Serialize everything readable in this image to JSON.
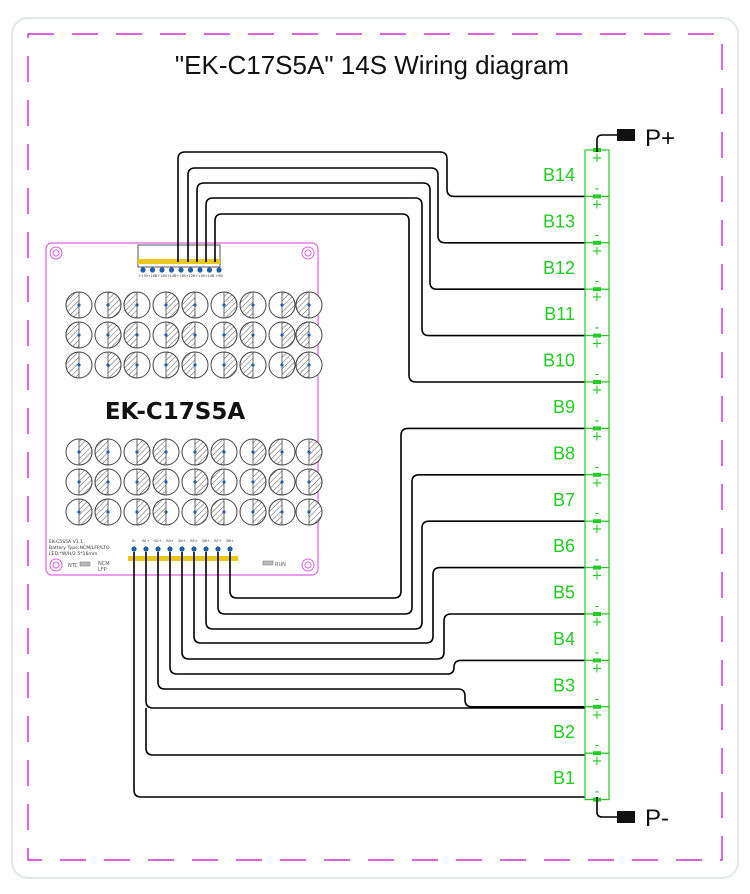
{
  "title": "\"EK-C17S5A\"  14S Wiring diagram",
  "board": {
    "model": "EK-C17S5A",
    "info_lines": [
      "EK-C5S5A V1.1",
      "Battery Type:NCM/LFP/LTO",
      "LED:*W/H/2.5*16mm"
    ],
    "label_ntc": "NTC",
    "label_ncm_lfp": [
      "NCM",
      "LFP"
    ],
    "label_run": "RUN",
    "top_pins": [
      "+17B",
      "+16B",
      "+15B",
      "+14B",
      "+13B",
      "+12B",
      "+11B",
      "+10B",
      "+9B"
    ],
    "bottom_pins": [
      "B-",
      "B1+",
      "B2+",
      "B3+",
      "B4+",
      "B5+",
      "B6+",
      "B7+",
      "B8+"
    ]
  },
  "cells": [
    "B14",
    "B13",
    "B12",
    "B11",
    "B10",
    "B9",
    "B8",
    "B7",
    "B6",
    "B5",
    "B4",
    "B3",
    "B2",
    "B1"
  ],
  "cell_plus": "+",
  "cell_minus": "-",
  "p_plus": "P+",
  "p_minus": "P-",
  "colors": {
    "border": "#cc00cc",
    "cell": "#22cc22",
    "pcb": "#e060e0",
    "pin": "#1f5fa8",
    "header": "#e8c81a",
    "wire": "#000000"
  }
}
